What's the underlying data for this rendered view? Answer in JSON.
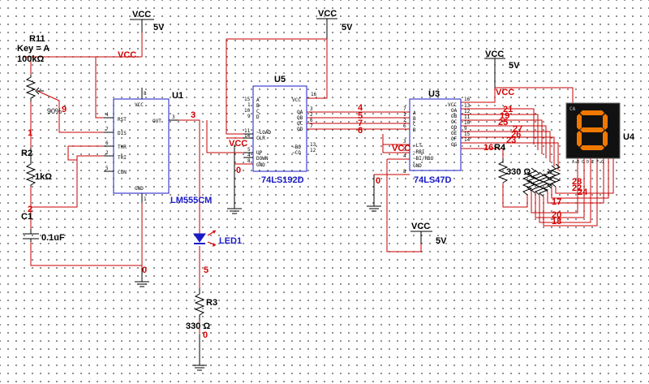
{
  "power": {
    "vcc_label": "VCC",
    "v5": "5V",
    "vcc_net": "VCC"
  },
  "r11": {
    "ref": "R11",
    "key": "Key = A",
    "value": "100kΩ",
    "percent": "90%"
  },
  "r2": {
    "ref": "R2",
    "value": "1kΩ"
  },
  "c1": {
    "ref": "C1",
    "value": "0.1uF"
  },
  "u1": {
    "ref": "U1",
    "part": "LM555CM",
    "pins": {
      "vcc": "VCC",
      "rst": "RST",
      "dis": "DIS",
      "thr": "THR",
      "tri": "TRI",
      "con": "CON",
      "out": "OUT",
      "gnd": "GND"
    }
  },
  "u5": {
    "ref": "U5",
    "part": "74LS192D",
    "pins": {
      "a": "A",
      "b": "B",
      "c": "C",
      "d": "D",
      "load": "~LOAD",
      "clr": "CLR",
      "up": "UP",
      "down": "DOWN",
      "gnd": "GND",
      "vcc": "VCC",
      "qa": "QA",
      "qb": "QB",
      "qc": "QC",
      "qd": "QD",
      "bo": "~BO",
      "co": "~CO"
    }
  },
  "u3": {
    "ref": "U3",
    "part": "74LS47D",
    "pins": {
      "a": "A",
      "b": "B",
      "c": "C",
      "d": "D",
      "lt": "~LT",
      "rbi": "~RBI",
      "birbo": "~BI/RBO",
      "gnd": "GND",
      "vcc": "VCC",
      "oa": "OA",
      "ob": "OB",
      "oc": "OC",
      "od": "OD",
      "oe": "OE",
      "of": "OF",
      "og": "OG"
    }
  },
  "u4": {
    "ref": "U4",
    "ca": "CA",
    "segments": "A B C D E F G",
    "digit": "8"
  },
  "led1": {
    "ref": "LED1"
  },
  "r3": {
    "ref": "R3",
    "value": "330 Ω"
  },
  "r4": {
    "ref": "R4",
    "value": "330 Ω"
  },
  "nets": {
    "n0": "0",
    "n1": "1",
    "n2": "2",
    "n3": "3",
    "n4": "4",
    "n5": "5",
    "n6": "6",
    "n7": "7",
    "n9": "9",
    "n16": "16",
    "n17": "17",
    "n18": "18",
    "n19": "19",
    "n20": "20",
    "n21": "21",
    "n22": "22",
    "n23": "23",
    "n24": "24",
    "n25": "25",
    "n26": "26",
    "n27": "27",
    "n28": "28",
    "seg_a": "21",
    "seg_b": "19",
    "seg_c": "25",
    "seg_d": "27",
    "seg_e": "23",
    "seg_f": "26",
    "seg_g": "24"
  },
  "pin_numbers": {
    "u1": {
      "rst": "4",
      "dis": "7",
      "thr": "6",
      "tri": "2",
      "con": "5",
      "out": "3",
      "vcc": "8",
      "gnd": "1"
    },
    "u5": {
      "a": "15",
      "b": "1",
      "c": "10",
      "d": "9",
      "load": "11",
      "clr": "14",
      "up": "5",
      "down": "4",
      "vcc": "16",
      "qa": "3",
      "qb": "2",
      "qc": "6",
      "qd": "7",
      "bo": "13",
      "co": "12",
      "gnd": "8"
    },
    "u3": {
      "a": "7",
      "b": "1",
      "c": "2",
      "d": "6",
      "lt": "3",
      "rbi": "5",
      "birbo": "4",
      "vcc": "16",
      "oa": "13",
      "ob": "12",
      "oc": "11",
      "od": "10",
      "oe": "9",
      "of": "15",
      "og": "14",
      "gnd": "8"
    }
  },
  "colors": {
    "wire": "#c80000",
    "component": "#000000",
    "ic_label": "#1a1ac8",
    "display_bg": "#111111",
    "segment": "#f07800",
    "led": "#1a1ac8"
  }
}
